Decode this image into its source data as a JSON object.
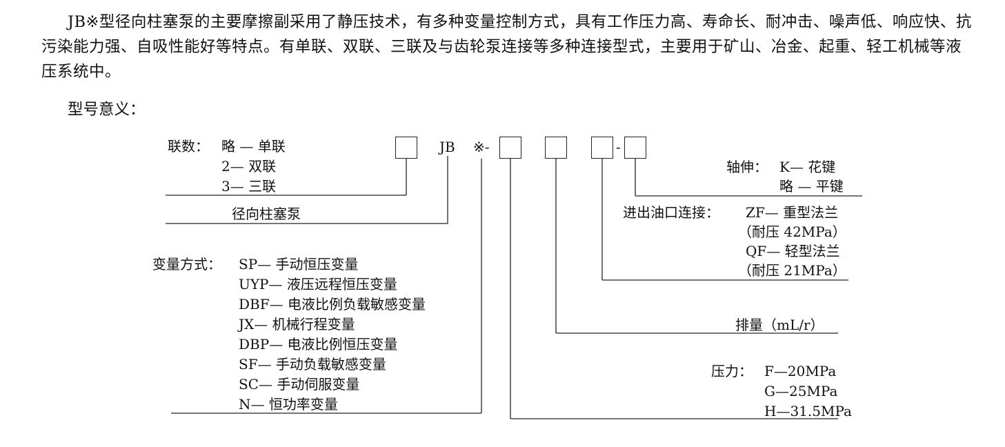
{
  "intro_paragraph": "JB※型径向柱塞泵的主要摩擦副采用了静压技术，有多种变量控制方式，具有工作压力高、寿命长、耐冲击、噪声低、响应快、抗污染能力强、自吸性能好等特点。有单联、双联、三联及与齿轮泵连接等多种连接型式，主要用于矿山、冶金、起重、轻工机械等液压系统中。",
  "model_heading": "型号意义：",
  "code": {
    "jb": "JB",
    "mark": "※-",
    "dash": "-"
  },
  "stages": {
    "label": "联数：",
    "options": [
      "略 — 单联",
      "2— 双联",
      "3— 三联"
    ]
  },
  "pump_name": "径向柱塞泵",
  "variable_mode": {
    "label": "变量方式：",
    "options": [
      "SP— 手动恒压变量",
      "UYP— 液压远程恒压变量",
      "DBF— 电液比例负载敏感变量",
      "JX— 机械行程变量",
      "DBP— 电液比例恒压变量",
      "SF— 手动负载敏感变量",
      "SC— 手动伺服变量",
      "N— 恒功率变量"
    ]
  },
  "shaft": {
    "label": "轴伸：",
    "options": [
      "K— 花键",
      "略 — 平键"
    ]
  },
  "port": {
    "label": "进出油口连接：",
    "lines": [
      "ZF— 重型法兰",
      "（耐压 42MPa）",
      "QF— 轻型法兰",
      "（耐压 21MPa）"
    ]
  },
  "displacement": "排量（mL/r）",
  "pressure": {
    "label": "压力：",
    "options": [
      "F—20MPa",
      "G—25MPa",
      "H—31.5MPa"
    ]
  }
}
